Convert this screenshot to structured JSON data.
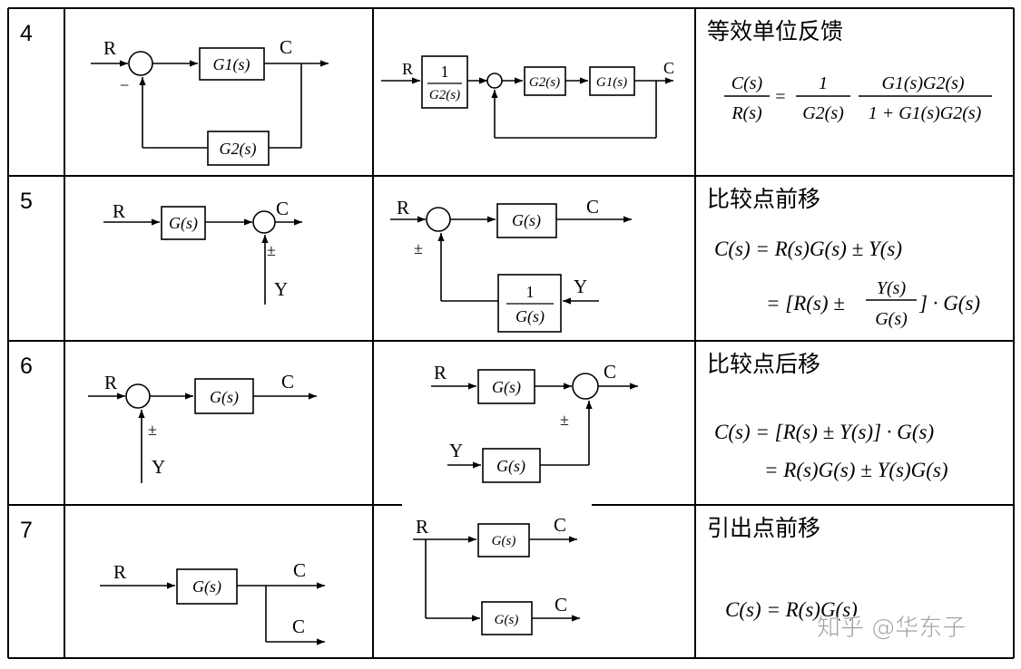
{
  "watermark": "知乎 @华东子",
  "rows": [
    {
      "number": "4",
      "title": "等效单位反馈",
      "diagram_a": {
        "input": "R",
        "output": "C",
        "forward": "G1(s)",
        "feedback": "G2(s)",
        "sign": "−"
      },
      "diagram_b": {
        "input": "R",
        "output": "C",
        "pre_num": "1",
        "pre_den": "G2(s)",
        "block1": "G2(s)",
        "block2": "G1(s)"
      },
      "formula": {
        "lhs_num": "C(s)",
        "lhs_den": "R(s)",
        "f1_num": "1",
        "f1_den": "G2(s)",
        "f2_num": "G1(s)G2(s)",
        "f2_den": "1 + G1(s)G2(s)"
      }
    },
    {
      "number": "5",
      "title": "比较点前移",
      "diagram_a": {
        "input": "R",
        "output": "C",
        "block": "G(s)",
        "sign": "±",
        "disturbance": "Y"
      },
      "diagram_b": {
        "input": "R",
        "output": "C",
        "block": "G(s)",
        "fb_num": "1",
        "fb_den": "G(s)",
        "sign": "±",
        "disturbance": "Y"
      },
      "formula": {
        "line1": "C(s) = R(s)G(s) ± Y(s)",
        "line2_pre": "= [R(s) ±",
        "frac_num": "Y(s)",
        "frac_den": "G(s)",
        "line2_post": "] · G(s)"
      }
    },
    {
      "number": "6",
      "title": "比较点后移",
      "diagram_a": {
        "input": "R",
        "output": "C",
        "block": "G(s)",
        "sign": "±",
        "disturbance": "Y"
      },
      "diagram_b": {
        "input": "R",
        "output": "C",
        "block1": "G(s)",
        "block2": "G(s)",
        "sign": "±",
        "disturbance": "Y"
      },
      "formula": {
        "line1": "C(s) = [R(s) ± Y(s)] · G(s)",
        "line2": "= R(s)G(s) ± Y(s)G(s)"
      }
    },
    {
      "number": "7",
      "title": "引出点前移",
      "diagram_a": {
        "input": "R",
        "output1": "C",
        "output2": "C",
        "block": "G(s)"
      },
      "diagram_b": {
        "input": "R",
        "output1": "C",
        "output2": "C",
        "block1": "G(s)",
        "block2": "G(s)"
      },
      "formula": {
        "line1": "C(s) = R(s)G(s)"
      }
    }
  ]
}
